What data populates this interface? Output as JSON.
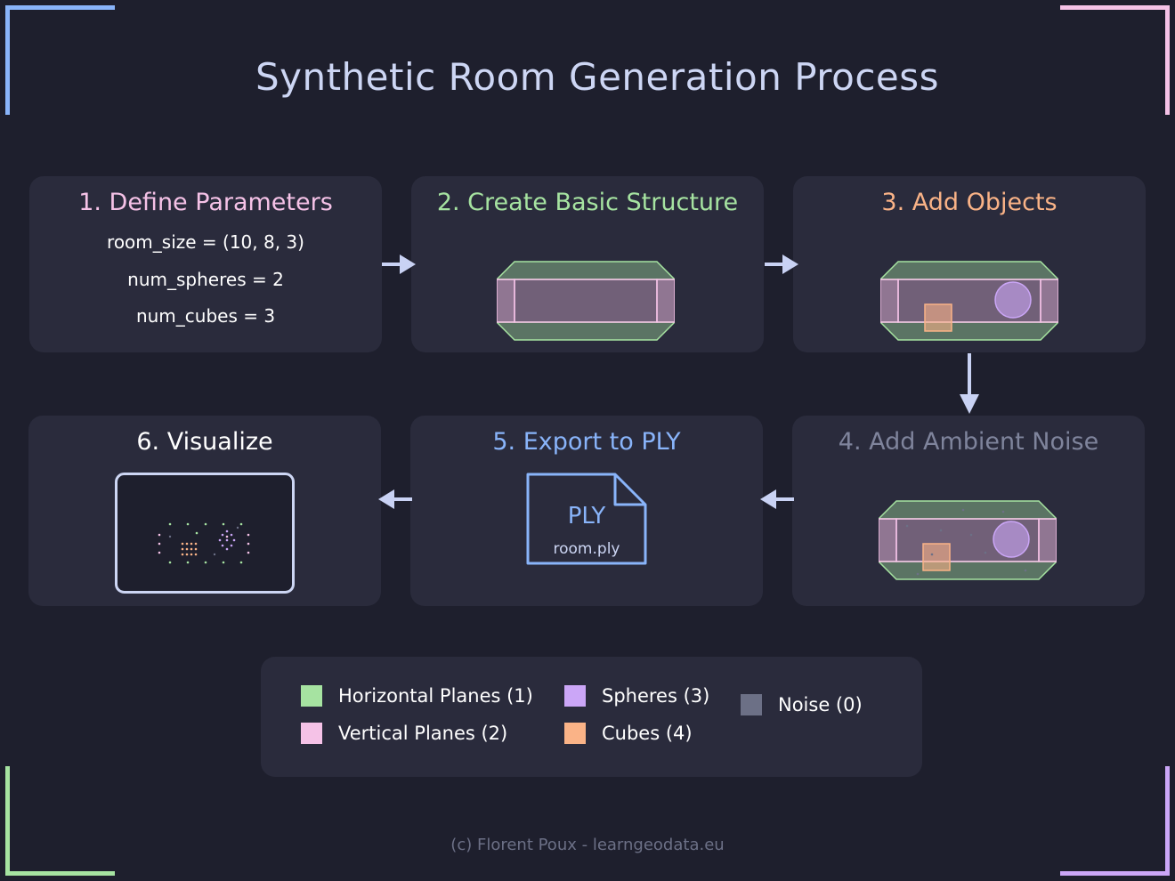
{
  "title": "Synthetic Room Generation Process",
  "colors": {
    "background": "#1e1f2d",
    "card": "#2a2b3c",
    "horizontal": "#a6e3a1",
    "vertical": "#f5c2e7",
    "sphere": "#cba6f7",
    "cube": "#fab387",
    "noise": "#6c7086",
    "arrow": "#c9d2f4",
    "step1": "#f5c2e7",
    "step2": "#a6e3a1",
    "step3": "#fab387",
    "step4": "#7f849c",
    "step5": "#89b4fa",
    "step6": "#ffffff"
  },
  "steps": {
    "define": {
      "title": "1. Define Parameters",
      "params": [
        "room_size = (10, 8, 3)",
        "num_spheres = 2",
        "num_cubes = 3"
      ]
    },
    "structure": {
      "title": "2. Create Basic Structure"
    },
    "objects": {
      "title": "3. Add Objects"
    },
    "noise": {
      "title": "4. Add Ambient Noise"
    },
    "export": {
      "title": "5. Export to PLY",
      "file_type": "PLY",
      "file_name": "room.ply",
      "icon": "file-icon"
    },
    "visualize": {
      "title": "6. Visualize",
      "icon": "point-cloud-viewer-icon"
    }
  },
  "legend": {
    "items": [
      {
        "label": "Horizontal Planes (1)",
        "color": "#a6e3a1"
      },
      {
        "label": "Vertical Planes (2)",
        "color": "#f5c2e7"
      },
      {
        "label": "Spheres (3)",
        "color": "#cba6f7"
      },
      {
        "label": "Cubes (4)",
        "color": "#fab387"
      },
      {
        "label": "Noise (0)",
        "color": "#6c7086"
      }
    ]
  },
  "credit": "(c) Florent Poux - learngeodata.eu"
}
